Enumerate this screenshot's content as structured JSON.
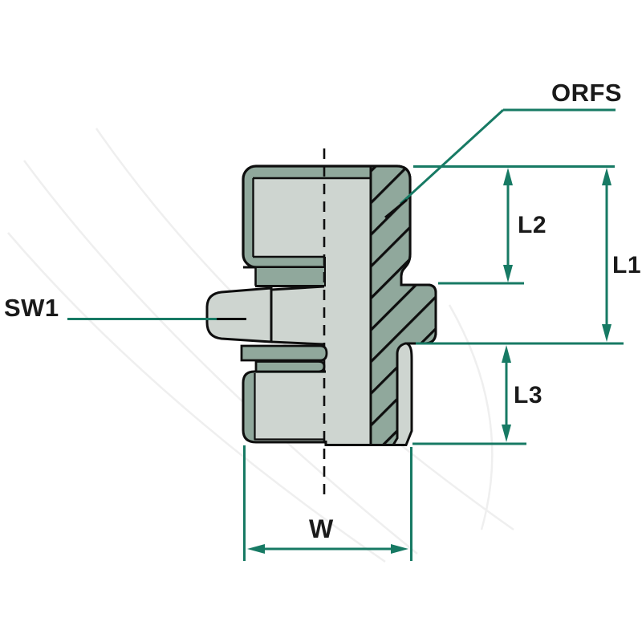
{
  "drawing": {
    "type": "technical-dimension-drawing",
    "part": "ORFS male stud fitting half-section",
    "labels": {
      "orfs": "ORFS",
      "sw1": "SW1",
      "l1": "L1",
      "l2": "L2",
      "l3": "L3",
      "w": "W"
    },
    "colors": {
      "outline": "#0e0e0e",
      "dimension_teal": "#177a64",
      "fill_light": "#ced5d0",
      "fill_mid": "#90a89c",
      "text": "#1a1a1a",
      "background": "#ffffff"
    }
  }
}
